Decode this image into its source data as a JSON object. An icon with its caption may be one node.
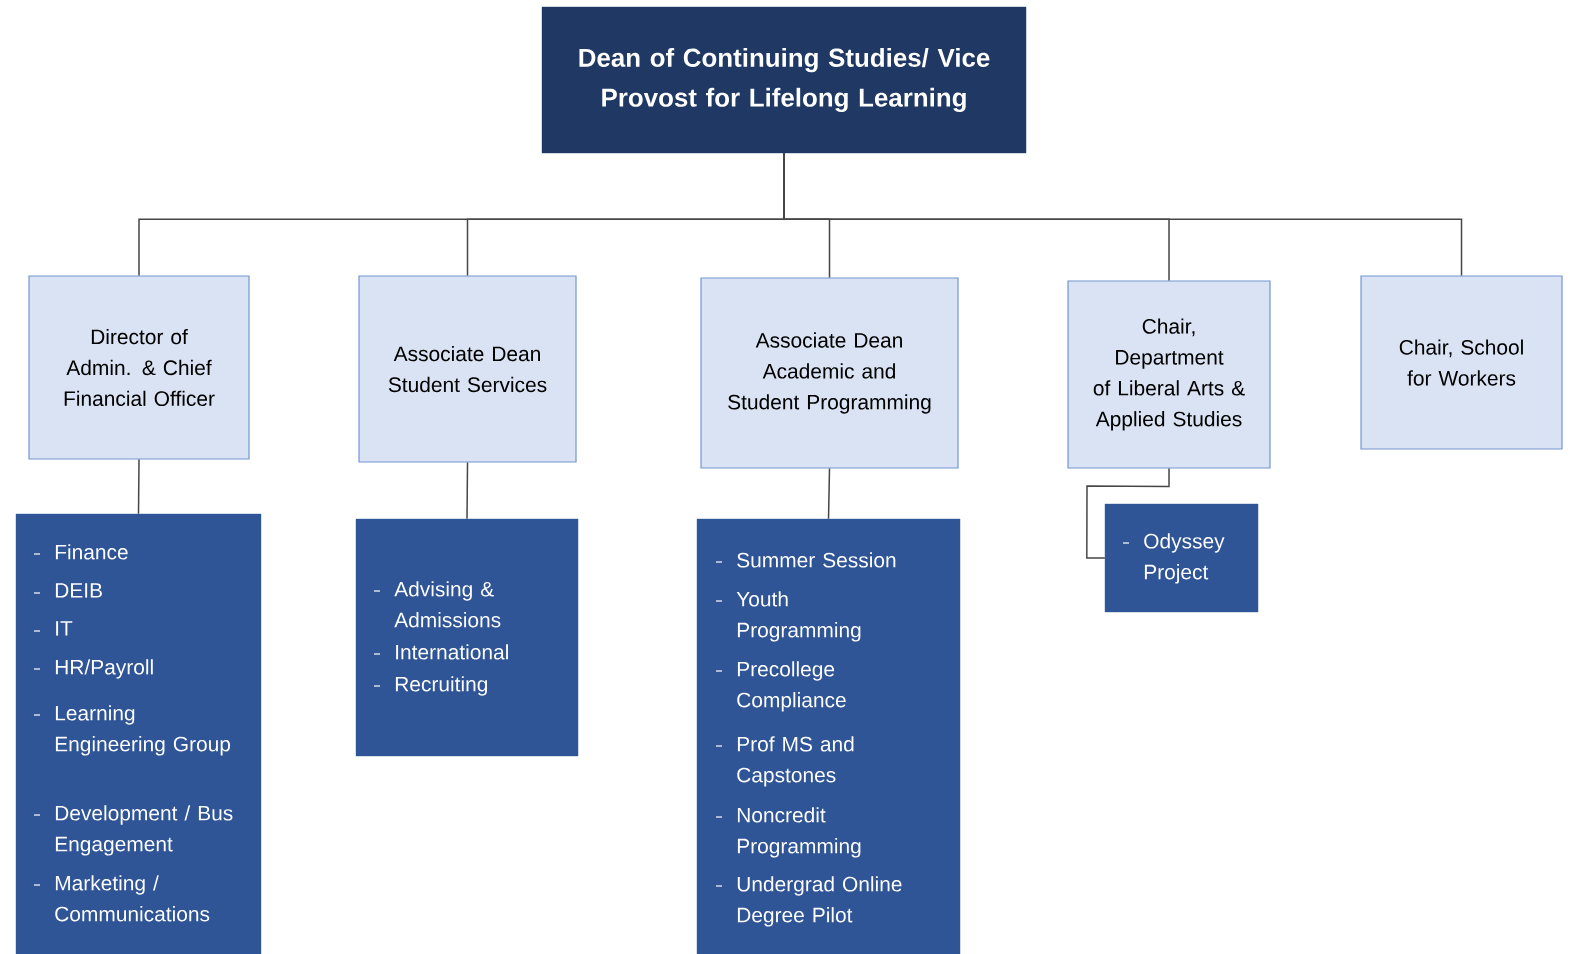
{
  "diagram": {
    "nodes": [
      {
        "text": [
          "Dean of Continuing Studies/ Vice Provost for Lifelong Learning"
        ]
      },
      {
        "text": [
          "Director of Admin. & Chief Financial Officer"
        ]
      },
      {
        "text": [
          "Associate Dean Student Services"
        ]
      },
      {
        "text": [
          "Associate Dean Academic and Student Programming"
        ]
      },
      {
        "text": [
          "Chair, Department of Liberal Arts & Applied Studies"
        ]
      },
      {
        "text": [
          "Chair, School for Workers"
        ]
      },
      {
        "text": [
          "Finance",
          "DEIB",
          "IT",
          "HR/Payroll",
          "Learning Engineering Group",
          "Development / Bus Engagement",
          "Marketing / Communications"
        ]
      },
      {
        "text": [
          "Advising & Admissions",
          "International",
          "Recruiting"
        ]
      },
      {
        "text": [
          "Summer Session",
          "Youth Programming",
          "Precollege Compliance",
          "Prof MS and Capstones",
          "Noncredit Programming",
          "Undergrad Online Degree Pilot"
        ]
      },
      {
        "text": [
          "Odyssey Project"
        ]
      }
    ],
    "edges": [
      {
        "from": 0,
        "to": 1,
        "arrow": "none"
      },
      {
        "from": 0,
        "to": 2,
        "arrow": "none"
      },
      {
        "from": 0,
        "to": 3,
        "arrow": "none"
      },
      {
        "from": 0,
        "to": 4,
        "arrow": "none"
      },
      {
        "from": 0,
        "to": 5,
        "arrow": "none"
      },
      {
        "from": 1,
        "to": 6,
        "arrow": "none"
      },
      {
        "from": 2,
        "to": 7,
        "arrow": "none"
      },
      {
        "from": 3,
        "to": 8,
        "arrow": "none"
      },
      {
        "from": 4,
        "to": 9,
        "arrow": "none"
      }
    ]
  }
}
